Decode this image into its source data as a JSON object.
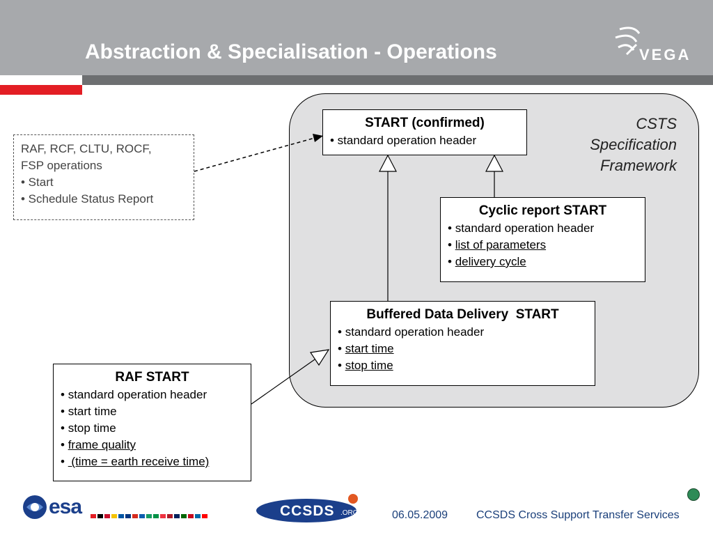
{
  "header": {
    "title": "Abstraction & Specialisation - Operations",
    "brand_logo": "VEGA"
  },
  "framework": {
    "label_lines": [
      "CSTS",
      "Specification",
      "Framework"
    ]
  },
  "boxes": {
    "start_confirmed": {
      "title": "START (confirmed)",
      "items": [
        "• standard operation header"
      ]
    },
    "cyclic_report": {
      "title": "Cyclic report START",
      "items": [
        {
          "bullet": "• ",
          "text": "standard operation header"
        },
        {
          "bullet": "• ",
          "text": "list of parameters"
        },
        {
          "bullet": "• ",
          "text": "delivery cycle"
        }
      ]
    },
    "buffered_data": {
      "title": "Buffered Data Delivery  START",
      "items": [
        {
          "bullet": "• ",
          "text": "standard operation header"
        },
        {
          "bullet": "• ",
          "text": "start time"
        },
        {
          "bullet": "• ",
          "text": "stop time"
        }
      ]
    },
    "raf_start": {
      "title": "RAF START",
      "items": [
        {
          "bullet": "• ",
          "text": "standard operation header"
        },
        {
          "bullet": "• ",
          "text": "start time"
        },
        {
          "bullet": "• ",
          "text": "stop time"
        },
        {
          "bullet": "• ",
          "text": "frame quality"
        },
        {
          "bullet": "• ",
          "text": " (time = earth receive time)"
        }
      ]
    },
    "operations_note": {
      "lines": [
        "RAF, RCF, CLTU, ROCF,",
        "FSP operations",
        "• Start",
        "• Schedule Status Report"
      ]
    }
  },
  "footer": {
    "date": "06.05.2009",
    "text": "CCSDS Cross Support Transfer Services",
    "esa_logo": "esa",
    "ccsds_logo": "CCSDS",
    "ccsds_org": ".ORG"
  },
  "colors": {
    "header_band": "#a7a9ac",
    "header_strip": "#6d6f71",
    "accent_red": "#e31e24",
    "framework_fill": "#e0e0e1",
    "footer_text": "#1a3f7a",
    "status_dot": "#2e8b57"
  }
}
